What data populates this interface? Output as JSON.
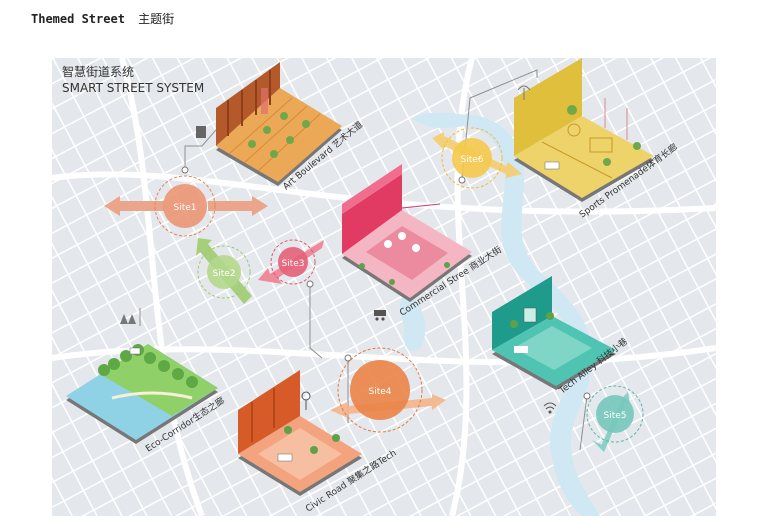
{
  "header": {
    "title_en": "Themed Street",
    "title_zh": "主题街"
  },
  "system": {
    "title_zh": "智慧街道系统",
    "title_en": "SMART STREET SYSTEM"
  },
  "sites": {
    "site1": {
      "label": "Site1",
      "color": "#e8805f"
    },
    "site2": {
      "label": "Site2",
      "color": "#9ccb6b"
    },
    "site3": {
      "label": "Site3",
      "color": "#e0556d"
    },
    "site4": {
      "label": "Site4",
      "color": "#e6783f"
    },
    "site5": {
      "label": "Site5",
      "color": "#56b8ad"
    },
    "site6": {
      "label": "Site6",
      "color": "#f2bd3a"
    }
  },
  "streets": {
    "art": {
      "label": "Art Boulevard 艺术大道",
      "color": "#e59a48"
    },
    "commercial": {
      "label": "Commercial Stree 商业大街",
      "color": "#e75f7b"
    },
    "sports": {
      "label": "Sports Promenade体育长廊",
      "color": "#e2c24c"
    },
    "tech": {
      "label": "Tech Alley 科技小巷",
      "color": "#2aa99b"
    },
    "eco": {
      "label": "Eco-Corridor生态之廊",
      "color": "#7cc35f"
    },
    "civic": {
      "label": "Civic Road 聚集之路Tech",
      "color": "#e8643a"
    }
  },
  "colors": {
    "water": "#cfe8f3",
    "road": "#ffffff",
    "block": "#e6e9ed"
  }
}
